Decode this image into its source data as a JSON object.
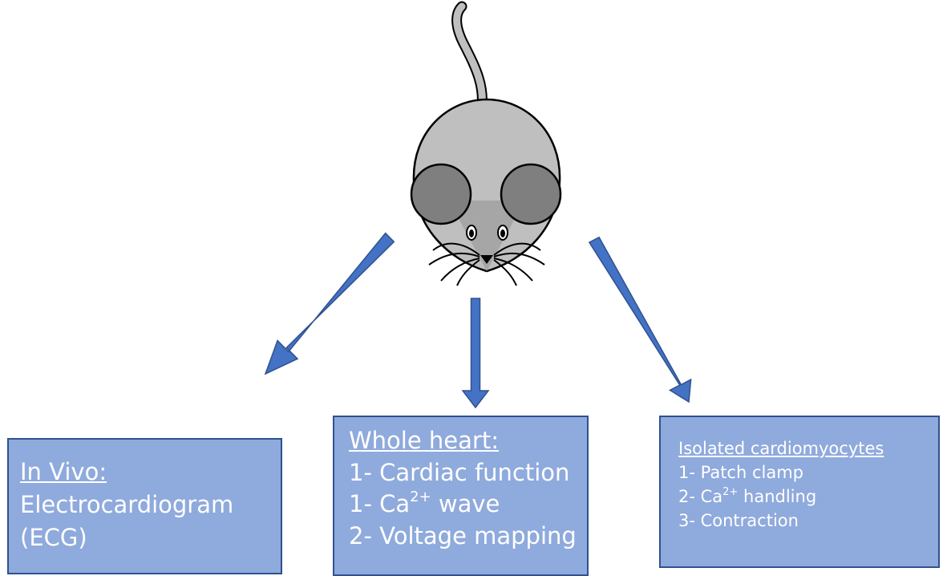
{
  "colors": {
    "box_fill": "#8faadc",
    "box_border": "#2f528f",
    "arrow": "#4472c4",
    "mouse_body": "#bfbfbf",
    "mouse_ear": "#7f7f7f",
    "mouse_face": "#a6a6a6"
  },
  "icons": {
    "mouse": "mouse-illustration",
    "arrow": "down-arrow"
  },
  "boxes": {
    "left": {
      "title": "In Vivo:",
      "lines": [
        "Electrocardiogram",
        "(ECG)"
      ]
    },
    "middle": {
      "title": "Whole heart:",
      "line1": "1- Cardiac function",
      "line2_prefix": "1- Ca",
      "line2_sup": "2+",
      "line2_suffix": " wave",
      "line3": "2- Voltage mapping"
    },
    "right": {
      "title": "Isolated cardiomyocytes",
      "line1": "1- Patch clamp",
      "line2_prefix": "2- Ca",
      "line2_sup": "2+",
      "line2_suffix": " handling",
      "line3": "3- Contraction"
    }
  }
}
